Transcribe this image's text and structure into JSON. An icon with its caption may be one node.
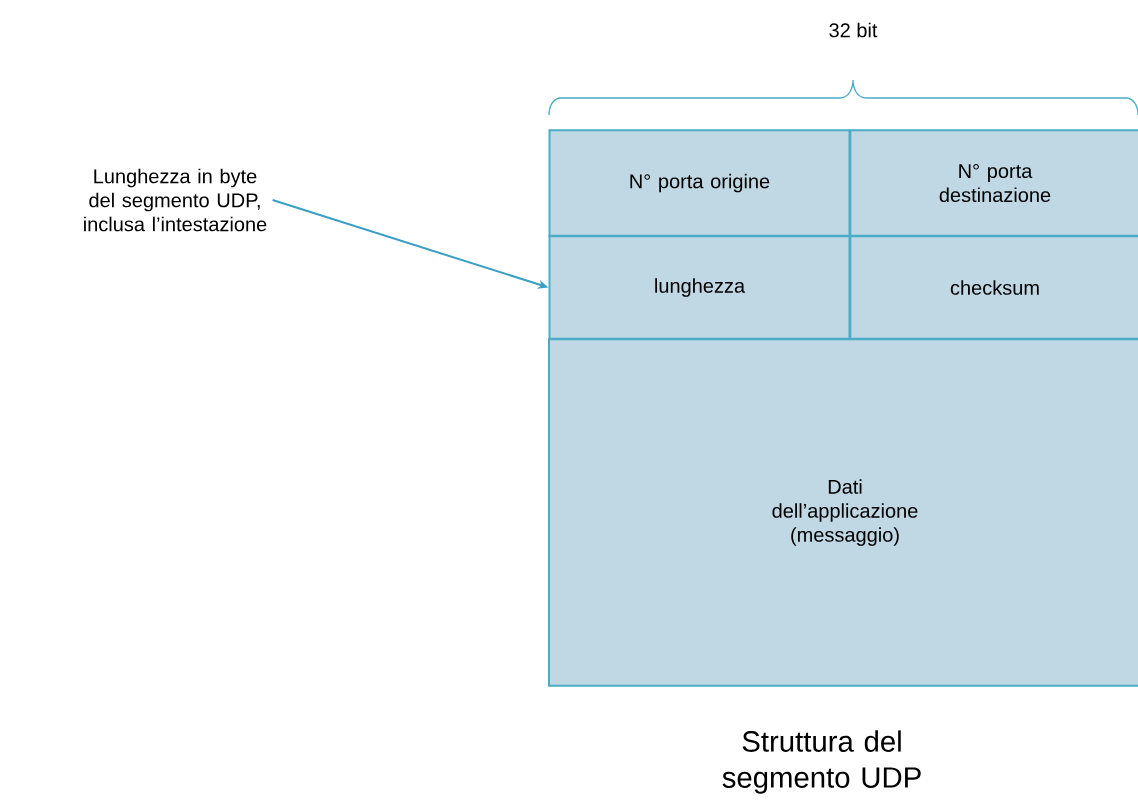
{
  "diagram": {
    "caption": "Struttura del segmento UDP",
    "nodes": [
      {
        "text": [
          "Lunghezza in byte del segmento UDP, inclusa l’intestazione"
        ]
      },
      {
        "text": [
          "N° porta origine"
        ]
      },
      {
        "text": [
          "N° porta destinazione"
        ]
      },
      {
        "text": [
          "lunghezza"
        ]
      },
      {
        "text": [
          "checksum"
        ]
      },
      {
        "text": [
          "Dati dell’applicazione (messaggio)"
        ]
      }
    ],
    "edges": [
      {
        "from": 0,
        "to": 3,
        "arrow": "to"
      }
    ],
    "labels": [
      "32 bit"
    ]
  }
}
